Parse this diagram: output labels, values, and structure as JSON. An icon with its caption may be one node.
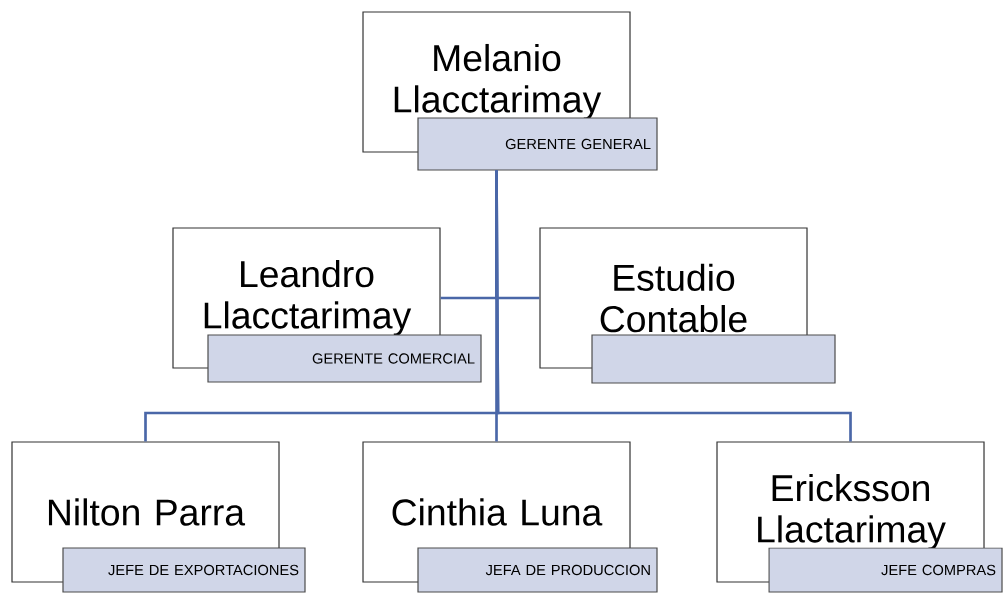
{
  "diagram": {
    "nodes": [
      {
        "text": [
          "Melanio Llacctarimay"
        ]
      },
      {
        "text": [
          "GERENTE GENERAL"
        ]
      },
      {
        "text": [
          "Leandro Llacctarimay"
        ]
      },
      {
        "text": [
          "GERENTE COMERCIAL"
        ]
      },
      {
        "text": [
          "Estudio Contable"
        ]
      },
      {
        "text": [],
        "shape": "box"
      },
      {
        "text": [
          "Nilton Parra"
        ]
      },
      {
        "text": [
          "JEFE DE EXPORTACIONES"
        ]
      },
      {
        "text": [
          "Cinthia Luna"
        ]
      },
      {
        "text": [
          "JEFA DE PRODUCCION"
        ]
      },
      {
        "text": [
          "Ericksson Llactarimay"
        ]
      },
      {
        "text": [
          "JEFE COMPRAS"
        ]
      }
    ],
    "edges": [
      {
        "from": 1,
        "to": 2,
        "arrow": "none"
      },
      {
        "from": 1,
        "to": 4,
        "arrow": "none"
      },
      {
        "from": 1,
        "to": 6,
        "arrow": "none"
      },
      {
        "from": 1,
        "to": 8,
        "arrow": "none"
      },
      {
        "from": 1,
        "to": 10,
        "arrow": "none"
      }
    ]
  }
}
